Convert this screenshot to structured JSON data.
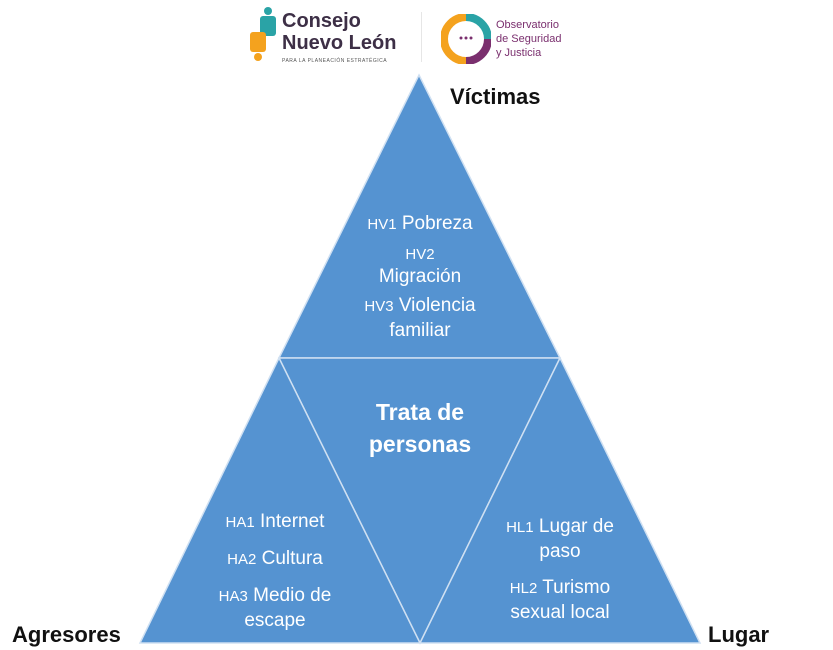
{
  "logos": {
    "consejo": {
      "line1": "Consejo",
      "line2": "Nuevo León",
      "tagline": "PARA LA PLANEACIÓN ESTRATÉGICA"
    },
    "observatorio": {
      "line1": "Observatorio",
      "line2": "de Seguridad",
      "line3": "y Justicia"
    }
  },
  "diagram": {
    "fill_color": "#5593d1",
    "center": {
      "line1": "Trata de",
      "line2": "personas"
    },
    "vertices": {
      "top": "Víctimas",
      "left": "Agresores",
      "right": "Lugar"
    },
    "victimas": [
      {
        "code": "HV1",
        "text": "Pobreza"
      },
      {
        "code": "HV2",
        "text": "Migración"
      },
      {
        "code": "HV3",
        "text": "Violencia familiar"
      }
    ],
    "agresores": [
      {
        "code": "HA1",
        "text": "Internet"
      },
      {
        "code": "HA2",
        "text": "Cultura"
      },
      {
        "code": "HA3",
        "text": "Medio de escape"
      }
    ],
    "lugar": [
      {
        "code": "HL1",
        "text": "Lugar de paso"
      },
      {
        "code": "HL2",
        "text": "Turismo sexual local"
      }
    ]
  }
}
